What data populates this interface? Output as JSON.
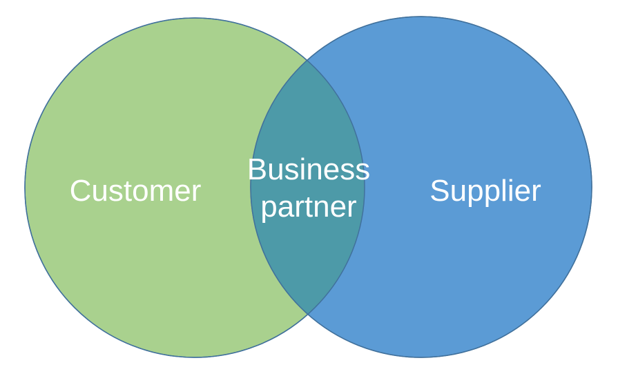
{
  "diagram": {
    "type": "venn",
    "background": "#ffffff",
    "text_color": "#ffffff",
    "left": {
      "label": "Customer",
      "fill": "#a9d18e",
      "stroke": "#41719c"
    },
    "right": {
      "label": "Supplier",
      "fill": "#5b9bd5",
      "stroke": "#41719c"
    },
    "overlap": {
      "label": "Business partner",
      "line1": "Business",
      "line2": "partner",
      "fill": "#4d9aa8"
    }
  }
}
